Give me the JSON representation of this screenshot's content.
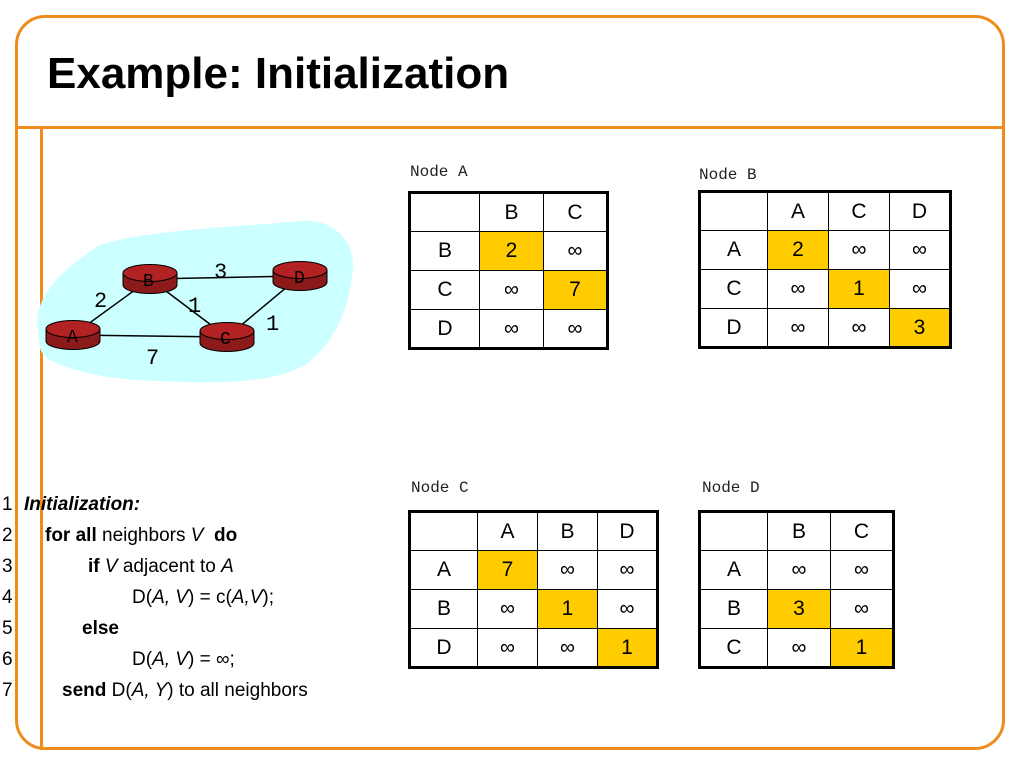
{
  "slide": {
    "title": "Example: Initialization"
  },
  "colors": {
    "accent_orange": "#f08c1e",
    "highlight_yellow": "#ffcc00",
    "cloud_cyan": "#ccffff",
    "router_red": "#8b1a1a"
  },
  "network": {
    "nodes": [
      "A",
      "B",
      "C",
      "D"
    ],
    "links": [
      {
        "from": "A",
        "to": "B",
        "cost": "2"
      },
      {
        "from": "B",
        "to": "D",
        "cost": "3"
      },
      {
        "from": "B",
        "to": "C",
        "cost": "1"
      },
      {
        "from": "C",
        "to": "D",
        "cost": "1"
      },
      {
        "from": "A",
        "to": "C",
        "cost": "7"
      }
    ]
  },
  "tables": [
    {
      "label": "Node A",
      "cols": [
        "B",
        "C"
      ],
      "rows": [
        {
          "head": "B",
          "cells": [
            "2",
            "∞"
          ]
        },
        {
          "head": "C",
          "cells": [
            "∞",
            "7"
          ]
        },
        {
          "head": "D",
          "cells": [
            "∞",
            "∞"
          ]
        }
      ],
      "highlighted": [
        [
          0,
          0
        ],
        [
          1,
          1
        ]
      ]
    },
    {
      "label": "Node B",
      "cols": [
        "A",
        "C",
        "D"
      ],
      "rows": [
        {
          "head": "A",
          "cells": [
            "2",
            "∞",
            "∞"
          ]
        },
        {
          "head": "C",
          "cells": [
            "∞",
            "1",
            "∞"
          ]
        },
        {
          "head": "D",
          "cells": [
            "∞",
            "∞",
            "3"
          ]
        }
      ],
      "highlighted": [
        [
          0,
          0
        ],
        [
          1,
          1
        ],
        [
          2,
          2
        ]
      ]
    },
    {
      "label": "Node C",
      "cols": [
        "A",
        "B",
        "D"
      ],
      "rows": [
        {
          "head": "A",
          "cells": [
            "7",
            "∞",
            "∞"
          ]
        },
        {
          "head": "B",
          "cells": [
            "∞",
            "1",
            "∞"
          ]
        },
        {
          "head": "D",
          "cells": [
            "∞",
            "∞",
            "1"
          ]
        }
      ],
      "highlighted": [
        [
          0,
          0
        ],
        [
          1,
          1
        ],
        [
          2,
          2
        ]
      ]
    },
    {
      "label": "Node D",
      "cols": [
        "B",
        "C"
      ],
      "rows": [
        {
          "head": "A",
          "cells": [
            "∞",
            "∞"
          ]
        },
        {
          "head": "B",
          "cells": [
            "3",
            "∞"
          ]
        },
        {
          "head": "C",
          "cells": [
            "∞",
            "1"
          ]
        }
      ],
      "highlighted": [
        [
          1,
          0
        ],
        [
          2,
          1
        ]
      ]
    }
  ],
  "algorithm": {
    "lines": [
      {
        "num": "1",
        "parts": [
          {
            "t": "Initialization:",
            "b": true,
            "i": true
          }
        ]
      },
      {
        "num": "2",
        "parts": [
          {
            "t": "for all",
            "b": true
          },
          {
            "t": " neighbors "
          },
          {
            "t": "V",
            "i": true
          },
          {
            "t": "  "
          },
          {
            "t": "do",
            "b": true
          }
        ]
      },
      {
        "num": "3",
        "parts": [
          {
            "t": "if",
            "b": true
          },
          {
            "t": " "
          },
          {
            "t": "V",
            "i": true
          },
          {
            "t": " adjacent to "
          },
          {
            "t": "A",
            "i": true
          }
        ]
      },
      {
        "num": "4",
        "parts": [
          {
            "t": "D("
          },
          {
            "t": "A, V",
            "i": true
          },
          {
            "t": ") = c("
          },
          {
            "t": "A,V",
            "i": true
          },
          {
            "t": ");"
          }
        ]
      },
      {
        "num": "5",
        "parts": [
          {
            "t": "else",
            "b": true
          }
        ]
      },
      {
        "num": "6",
        "parts": [
          {
            "t": "D("
          },
          {
            "t": "A, V",
            "i": true
          },
          {
            "t": ") = ∞;"
          }
        ]
      },
      {
        "num": "7",
        "parts": [
          {
            "t": "send",
            "b": true
          },
          {
            "t": " D("
          },
          {
            "t": "A, Y",
            "i": true
          },
          {
            "t": ") to all neighbors"
          }
        ]
      }
    ]
  }
}
